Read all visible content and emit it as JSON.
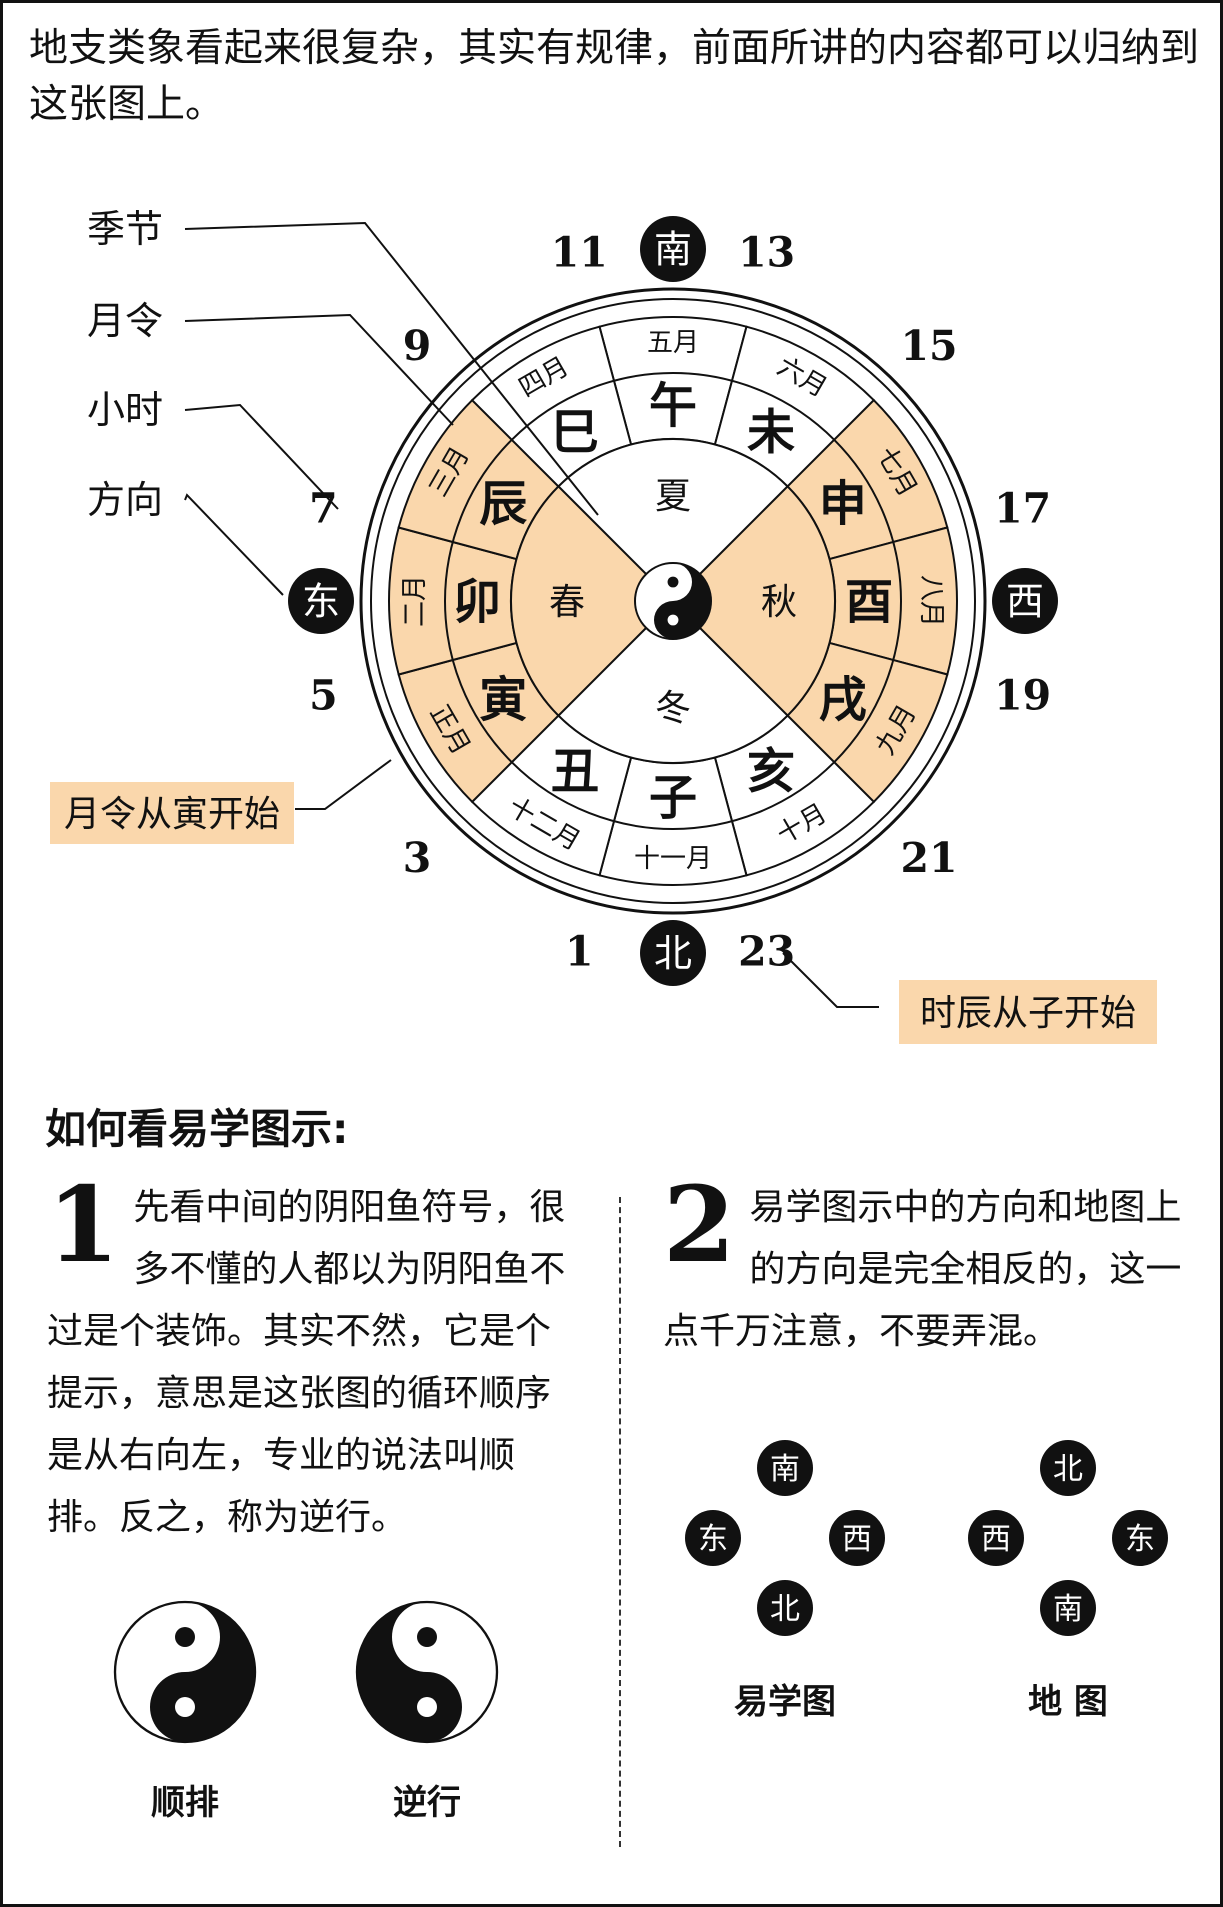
{
  "intro": "地支类象看起来很复杂，其实有规律，前面所讲的内容都可以归纳到这张图上。",
  "colors": {
    "peach": "#fad7ac",
    "black": "#111111",
    "white": "#ffffff"
  },
  "wheel": {
    "center_icon": "yin-yang-icon",
    "seasons": [
      {
        "label": "夏",
        "angle": 0
      },
      {
        "label": "秋",
        "angle": 90
      },
      {
        "label": "冬",
        "angle": 180
      },
      {
        "label": "春",
        "angle": 270
      }
    ],
    "branches": [
      {
        "label": "午",
        "month": "五月"
      },
      {
        "label": "未",
        "month": "六月"
      },
      {
        "label": "申",
        "month": "七月"
      },
      {
        "label": "酉",
        "month": "八月"
      },
      {
        "label": "戌",
        "month": "九月"
      },
      {
        "label": "亥",
        "month": "十月"
      },
      {
        "label": "子",
        "month": "十一月"
      },
      {
        "label": "丑",
        "month": "十二月"
      },
      {
        "label": "寅",
        "month": "正月"
      },
      {
        "label": "卯",
        "month": "二月"
      },
      {
        "label": "辰",
        "month": "三月"
      },
      {
        "label": "巳",
        "month": "四月"
      }
    ],
    "hours": [
      "11",
      "13",
      "15",
      "17",
      "19",
      "21",
      "23",
      "1",
      "3",
      "5",
      "7",
      "9"
    ],
    "directions": [
      {
        "label": "南",
        "pos": "top"
      },
      {
        "label": "西",
        "pos": "right"
      },
      {
        "label": "北",
        "pos": "bottom"
      },
      {
        "label": "东",
        "pos": "left"
      }
    ]
  },
  "legend": [
    "季节",
    "月令",
    "小时",
    "方向"
  ],
  "callouts": {
    "month_start": "月令从寅开始",
    "hour_start": "时辰从子开始"
  },
  "section_title": "如何看易学图示:",
  "point1": {
    "number": "1",
    "text": "先看中间的阴阳鱼符号，很多不懂的人都以为阴阳鱼不过是个装饰。其实不然，它是个提示，意思是这张图的循环顺序是从右向左，专业的说法叫顺排。反之，称为逆行。"
  },
  "point2": {
    "number": "2",
    "text": "易学图示中的方向和地图上的方向是完全相反的，这一点千万注意，不要弄混。"
  },
  "yinyang_examples": [
    {
      "caption": "顺排",
      "mirror": false
    },
    {
      "caption": "逆行",
      "mirror": true
    }
  ],
  "compass_examples": [
    {
      "caption": "易学图",
      "top": "南",
      "bottom": "北",
      "left": "东",
      "right": "西"
    },
    {
      "caption": "地  图",
      "top": "北",
      "bottom": "南",
      "left": "西",
      "right": "东"
    }
  ]
}
